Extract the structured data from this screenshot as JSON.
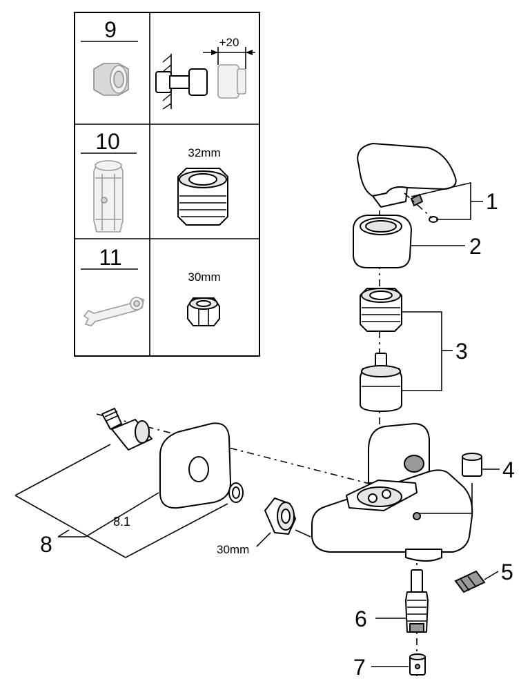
{
  "table": {
    "rows": [
      {
        "number": "9",
        "detail_label": "+20"
      },
      {
        "number": "10",
        "detail_label": "32mm"
      },
      {
        "number": "11",
        "detail_label": "30mm"
      }
    ]
  },
  "callouts": {
    "p1": "1",
    "p2": "2",
    "p3": "3",
    "p4": "4",
    "p5": "5",
    "p6": "6",
    "p7": "7",
    "p8": "8",
    "p8_1": "8.1",
    "nut_size": "30mm"
  }
}
